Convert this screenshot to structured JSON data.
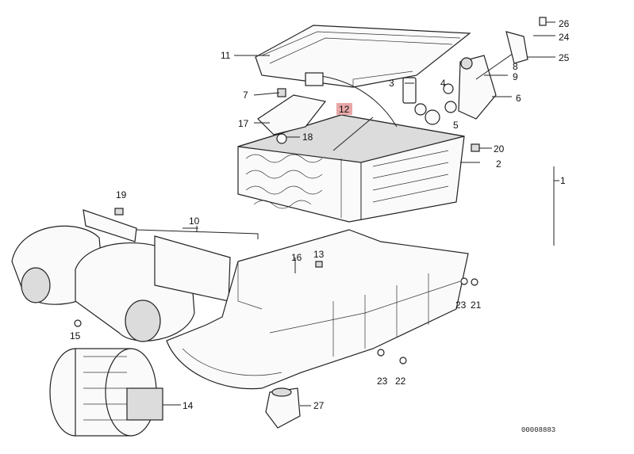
{
  "diagram": {
    "labels": {
      "l26": "26",
      "l24": "24",
      "l11": "11",
      "l25": "25",
      "l8a": "8",
      "l9": "9",
      "l3": "3",
      "l4": "4",
      "l7": "7",
      "l6": "6",
      "l12": "12",
      "l5": "5",
      "l17": "17",
      "l18": "18",
      "l20": "20",
      "l2": "2",
      "l1": "1",
      "l19": "19",
      "l10": "10",
      "l16": "16",
      "l13": "13",
      "l15": "15",
      "l23a": "23",
      "l21": "21",
      "l14": "14",
      "l23b": "23",
      "l22": "22",
      "l27": "27"
    },
    "highlighted_label": "12",
    "highlight_color": "#e8a7a7",
    "catalog_number": "00008883"
  }
}
